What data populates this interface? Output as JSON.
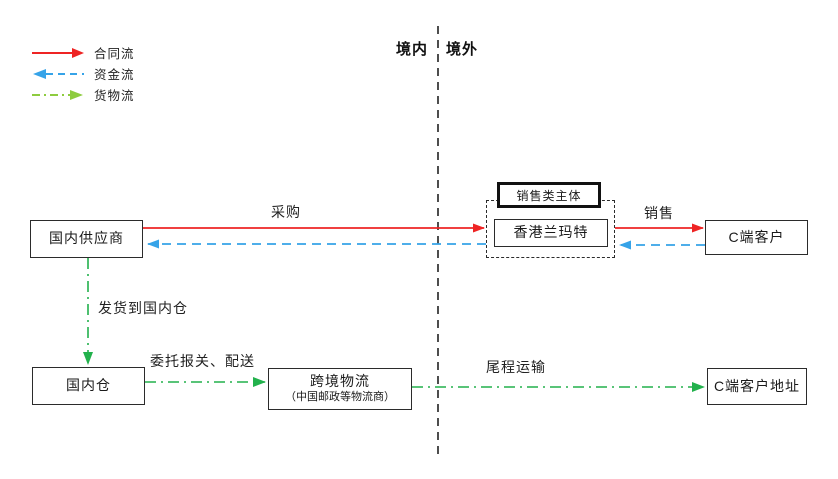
{
  "legend": {
    "items": [
      {
        "label": "合同流",
        "meaning": "contract-flow",
        "color": "#ee2424",
        "line": "solid",
        "direction": "right"
      },
      {
        "label": "资金流",
        "meaning": "capital-flow",
        "color": "#36a3e8",
        "line": "dashed",
        "direction": "left"
      },
      {
        "label": "货物流",
        "meaning": "goods-flow",
        "color": "#8ecc3f",
        "line": "dash-dot",
        "direction": "right"
      }
    ]
  },
  "boundary": {
    "left_label": "境内",
    "right_label": "境外"
  },
  "nodes": {
    "domestic_supplier": {
      "label": "国内供应商"
    },
    "sales_entity_group": {
      "label": "销售类主体"
    },
    "hk_lanmate": {
      "label": "香港兰玛特"
    },
    "c_end_customer": {
      "label": "C端客户"
    },
    "domestic_warehouse": {
      "label": "国内仓"
    },
    "crossborder_logistics": {
      "label": "跨境物流",
      "sublabel": "（中国邮政等物流商）"
    },
    "c_end_customer_address": {
      "label": "C端客户地址"
    }
  },
  "flows": {
    "procurement": {
      "label": "采购",
      "type": "contract-flow"
    },
    "sales": {
      "label": "销售",
      "type": "contract-flow"
    },
    "ship_to_domestic_warehouse": {
      "label": "发货到国内仓",
      "type": "goods-flow"
    },
    "customs_and_delivery": {
      "label": "委托报关、配送",
      "type": "goods-flow"
    },
    "last_mile_transport": {
      "label": "尾程运输",
      "type": "goods-flow"
    }
  },
  "colors": {
    "contract_flow": "#ee2424",
    "capital_flow": "#36a3e8",
    "goods_flow": "#22b14c",
    "legend_goods_flow": "#8ecc3f",
    "boundary_line": "#3a3a3a",
    "box_border": "#2b2b2b"
  }
}
